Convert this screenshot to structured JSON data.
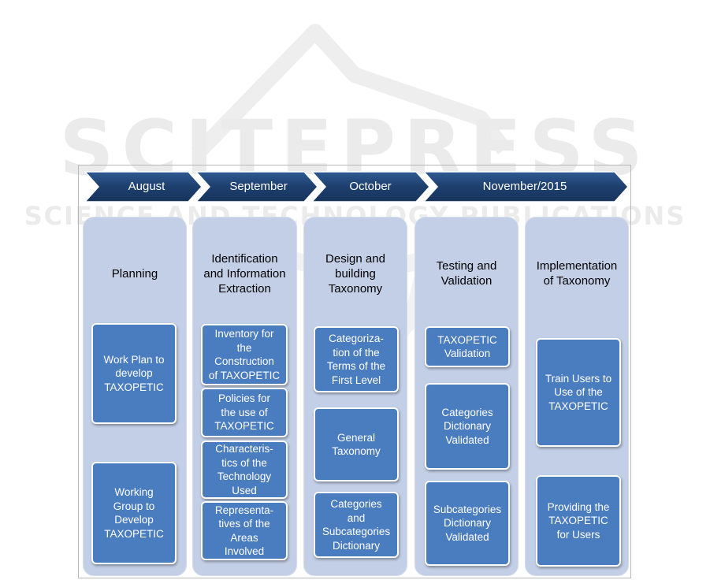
{
  "watermark": {
    "title": "SCITEPRESS",
    "subtitle": "SCIENCE AND TECHNOLOGY PUBLICATIONS"
  },
  "colors": {
    "arrow_fill": "#1e3f6e",
    "column_fill": "#c3cfe6",
    "box_fill": "#4a7cc0"
  },
  "timeline": [
    "August",
    "September",
    "October",
    "November/2015"
  ],
  "phases": [
    {
      "title": "Planning",
      "tasks": [
        "Work Plan to\ndevelop\nTAXOPETIC",
        "Working\nGroup to\nDevelop\nTAXOPETIC"
      ]
    },
    {
      "title": "Identification\nand Information\nExtraction",
      "tasks": [
        "Inventory for\nthe\nConstruction\nof TAXOPETIC",
        "Policies for\nthe use of\nTAXOPETIC",
        "Characteris-\ntics of the\nTechnology\nUsed",
        "Representa-\ntives of the\nAreas\nInvolved"
      ]
    },
    {
      "title": "Design and\nbuilding\nTaxonomy",
      "tasks": [
        "Categoriza-\ntion of the\nTerms of the\nFirst Level",
        "General\nTaxonomy",
        "Categories\nand\nSubcategories\nDictionary"
      ]
    },
    {
      "title": "Testing and\nValidation",
      "tasks": [
        "TAXOPETIC\nValidation",
        "Categories\nDictionary\nValidated",
        "Subcategories\nDictionary\nValidated"
      ]
    },
    {
      "title": "Implementation\nof Taxonomy",
      "tasks": [
        "Train Users to\nUse of the\nTAXOPETIC",
        "Providing the\nTAXOPETIC\nfor Users"
      ]
    }
  ]
}
